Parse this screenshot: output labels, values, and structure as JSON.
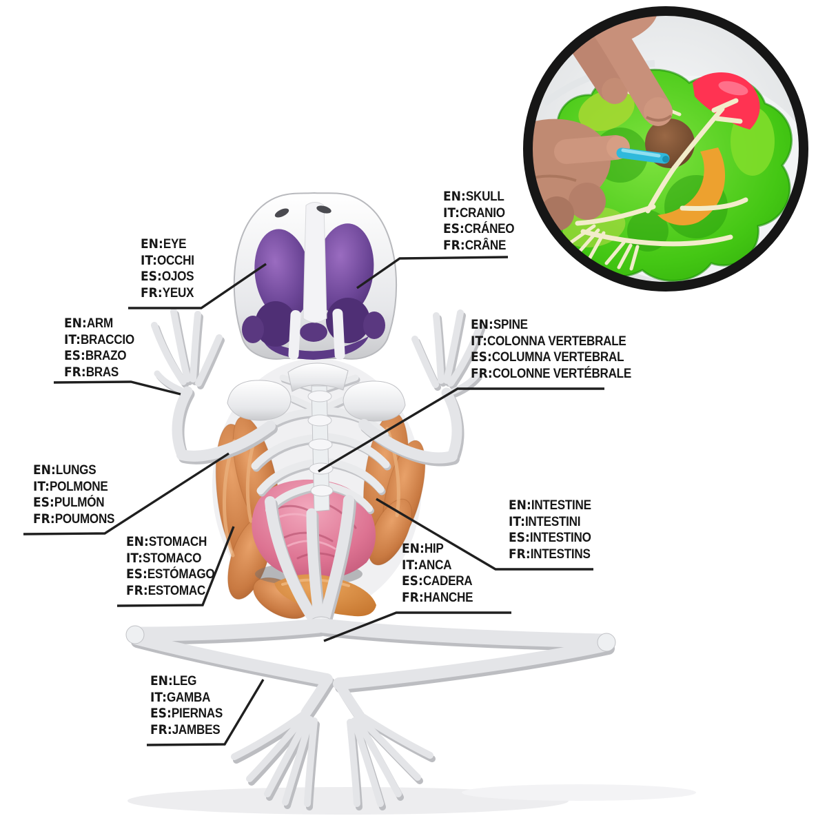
{
  "lang_prefixes": {
    "en": "EN",
    "it": "IT",
    "es": "ES",
    "fr": "FR"
  },
  "separator": ":",
  "labels": {
    "eye": {
      "en": "EYE",
      "it": "OCCHI",
      "es": "OJOS",
      "fr": "YEUX"
    },
    "skull": {
      "en": "SKULL",
      "it": "CRANIO",
      "es": "CRÁNEO",
      "fr": "CRÂNE"
    },
    "arm": {
      "en": "ARM",
      "it": "BRACCIO",
      "es": "BRAZO",
      "fr": "BRAS"
    },
    "spine": {
      "en": "SPINE",
      "it": "COLONNA VERTEBRALE",
      "es": "COLUMNA VERTEBRAL",
      "fr": "COLONNE VERTÉBRALE"
    },
    "lungs": {
      "en": "LUNGS",
      "it": "POLMONE",
      "es": "PULMÓN",
      "fr": "POUMONS"
    },
    "stomach": {
      "en": "STOMACH",
      "it": "STOMACO",
      "es": "ESTÓMAGO",
      "fr": "ESTOMAC"
    },
    "intestine": {
      "en": "INTESTINE",
      "it": "INTESTINI",
      "es": "INTESTINO",
      "fr": "INTESTINS"
    },
    "hip": {
      "en": "HIP",
      "it": "ANCA",
      "es": "CADERA",
      "fr": "HANCHE"
    },
    "leg": {
      "en": "LEG",
      "it": "GAMBA",
      "es": "PIERNAS",
      "fr": "JAMBES"
    }
  },
  "colors": {
    "background": "#ffffff",
    "label_text": "#161616",
    "leader_line": "#1f1f1f",
    "skeleton_silver": "#e4e5e8",
    "skeleton_shadow": "#bfc0c4",
    "eye_purple": "#6b4596",
    "eye_purple_dark": "#4f2f75",
    "lung_orange": "#c97a42",
    "stomach_pink": "#dd7392",
    "intestine_orange": "#d08038",
    "inset_border": "#161616",
    "inset_green": "#3fc61b",
    "inset_light_green": "#a8d832",
    "inset_red": "#ff3352",
    "inset_orange": "#eda12f",
    "inset_brown": "#7a4f33",
    "inset_skin": "#c8907a",
    "inset_tool_blue": "#2fb9dc"
  }
}
